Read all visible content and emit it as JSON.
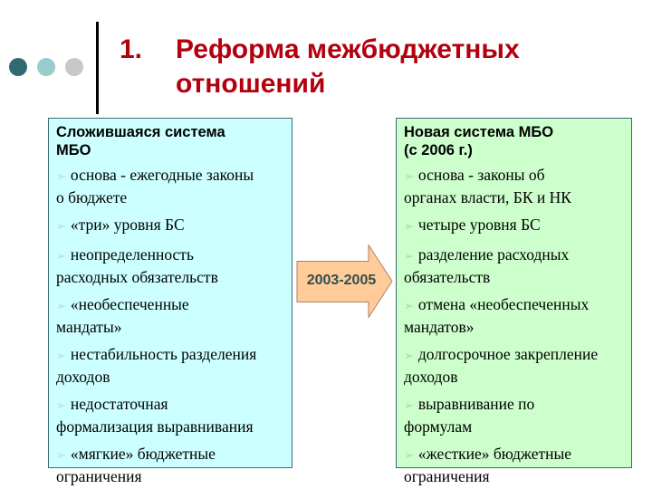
{
  "decor": {
    "dots": [
      {
        "color": "#2f6b6e"
      },
      {
        "color": "#99cccc"
      },
      {
        "color": "#c8c8c8"
      }
    ],
    "title_color": "#b3000f"
  },
  "title": {
    "number": "1.",
    "line1": "Реформа межбюджетных",
    "line2": "отношений"
  },
  "left_box": {
    "background": "#ccffff",
    "heading_line1": "Сложившаяся система",
    "heading_line2": "МБО",
    "items": [
      {
        "line1": "основа - ежегодные законы",
        "line2": "о бюджете"
      },
      {
        "line1": "«три» уровня БС"
      },
      {
        "line1": "неопределенность",
        "line2": "расходных обязательств"
      },
      {
        "line1": "«необеспеченные",
        "line2": "мандаты»"
      },
      {
        "line1": "нестабильность разделения",
        "line2": "доходов"
      },
      {
        "line1": "недостаточная",
        "line2": "формализация выравнивания"
      },
      {
        "line1": "«мягкие» бюджетные",
        "line2": "ограничения"
      }
    ]
  },
  "arrow": {
    "label": "2003-2005",
    "fill": "#ffcc99",
    "icon": "right-arrow-icon"
  },
  "right_box": {
    "background": "#ccffcc",
    "heading_line1": "Новая система МБО",
    "heading_line2": "(с 2006 г.)",
    "items": [
      {
        "line1": "основа - законы об",
        "line2": "органах власти, БК и НК"
      },
      {
        "line1": "четыре уровня БС"
      },
      {
        "line1": "разделение расходных",
        "line2": "обязательств"
      },
      {
        "line1": "отмена «необеспеченных",
        "line2": "мандатов»"
      },
      {
        "line1": "долгосрочное закрепление",
        "line2": "доходов"
      },
      {
        "line1": "выравнивание по",
        "line2": "формулам"
      },
      {
        "line1": "«жесткие» бюджетные",
        "line2": "ограничения"
      }
    ]
  },
  "bullet_glyph": "➢"
}
